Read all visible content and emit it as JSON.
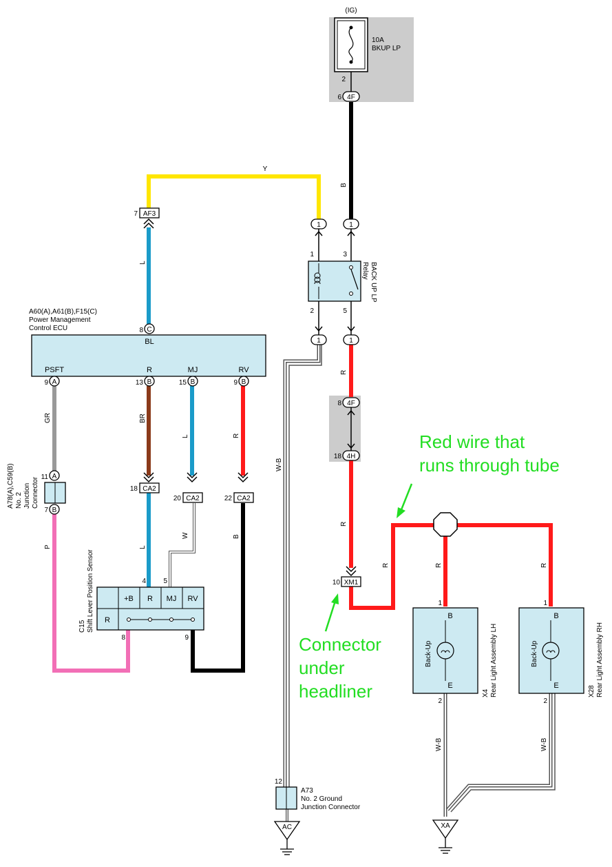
{
  "colors": {
    "yellow": "#ffe600",
    "black": "#000000",
    "blue": "#1a9bc9",
    "red": "#ff1a1a",
    "brown": "#8b3a1a",
    "gray": "#999999",
    "pink": "#f26fb6",
    "component_fill": "#cdeaf2",
    "shade": "#cccccc",
    "annotation": "#22dd22"
  },
  "fuse": {
    "source": "(IG)",
    "rating": "10A",
    "name": "BKUP LP",
    "pin": "2",
    "conn_pin": "6",
    "conn": "4F"
  },
  "relay": {
    "name_line1": "BACK UP LP",
    "name_line2": "Relay",
    "pins": {
      "p1": "1",
      "p2": "2",
      "p3": "3",
      "p5": "5"
    },
    "conn_top_left": "1",
    "conn_top_right": "1",
    "conn_bot_left": "1",
    "conn_bot_right": "1"
  },
  "wires": {
    "y": "Y",
    "b_fuse": "B",
    "l_ecu": "L",
    "gr": "GR",
    "br": "BR",
    "l_mj": "L",
    "r_rv": "R",
    "p": "P",
    "l_sensor": "L",
    "w": "W",
    "b_rv": "B",
    "wb_main": "W-B",
    "r_relay": "R",
    "r_lower": "R",
    "r_left": "R",
    "r_lh": "R",
    "r_rh": "R",
    "wb_lh": "W-B",
    "wb_rh": "W-B"
  },
  "ecu": {
    "ids": "A60(A),A61(B),F15(C)",
    "name_line1": "Power Management",
    "name_line2": "Control ECU",
    "top_terminal": "BL",
    "top_pin": "8",
    "top_conn": "C",
    "terminals": [
      {
        "label": "PSFT",
        "pin": "9",
        "conn": "A"
      },
      {
        "label": "R",
        "pin": "13",
        "conn": "B"
      },
      {
        "label": "MJ",
        "pin": "15",
        "conn": "B"
      },
      {
        "label": "RV",
        "pin": "9",
        "conn": "B"
      }
    ]
  },
  "connectors": {
    "af3": {
      "pin": "7",
      "name": "AF3"
    },
    "ca2_a": {
      "pin": "18",
      "name": "CA2"
    },
    "ca2_b": {
      "pin": "20",
      "name": "CA2"
    },
    "ca2_c": {
      "pin": "22",
      "name": "CA2"
    },
    "four_f": {
      "pin": "8",
      "name": "4F"
    },
    "four_h": {
      "pin": "18",
      "name": "4H"
    },
    "xm1": {
      "pin": "10",
      "name": "XM1"
    }
  },
  "junction": {
    "ids": "A78(A),C59(B)",
    "name_line1": "No. 2",
    "name_line2": "Junction",
    "name_line3": "Connector",
    "top_pin": "11",
    "top_conn": "A",
    "bot_pin": "7",
    "bot_conn": "B"
  },
  "sensor": {
    "id": "C15",
    "name": "Shift Lever Position Sensor",
    "cells": [
      "+B",
      "R",
      "MJ",
      "RV"
    ],
    "left_cell": "R",
    "pin_4": "4",
    "pin_5": "5",
    "pin_8": "8",
    "pin_9": "9"
  },
  "lamp_lh": {
    "id": "X4",
    "name": "Rear Light Assembly LH",
    "label": "Back-Up",
    "term_top": "B",
    "term_bot": "E",
    "pin_top": "1",
    "pin_bot": "2"
  },
  "lamp_rh": {
    "id": "X28",
    "name": "Rear Light Assembly RH",
    "label": "Back-Up",
    "term_top": "B",
    "term_bot": "E",
    "pin_top": "1",
    "pin_bot": "2"
  },
  "ground_junction": {
    "id": "A73",
    "name_line1": "No. 2 Ground",
    "name_line2": "Junction Connector",
    "pin": "12"
  },
  "grounds": {
    "ac": "AC",
    "xa": "XA"
  },
  "annotations": {
    "red_wire_line1": "Red wire that",
    "red_wire_line2": "runs through tube",
    "connector_line1": "Connector",
    "connector_line2": "under",
    "connector_line3": "headliner"
  }
}
